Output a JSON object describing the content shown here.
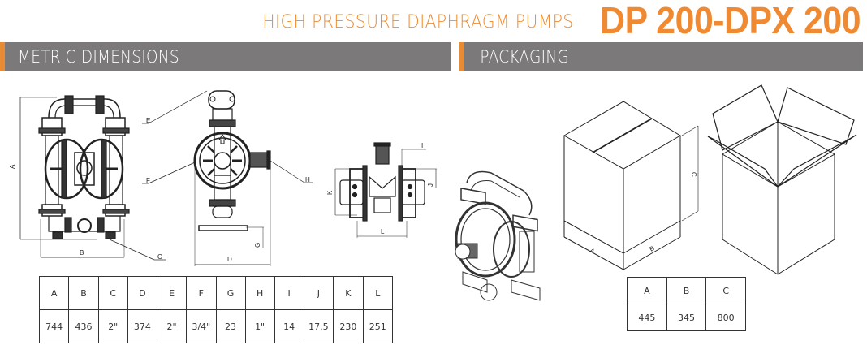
{
  "header": {
    "subtitle": "HIGH PRESSURE DIAPHRAGM PUMPS",
    "model": "DP 200-DPX 200",
    "accent_color": "#f08a32"
  },
  "sections": {
    "metric": {
      "label": "METRIC DIMENSIONS",
      "band_color": "#7b797a",
      "accent_color": "#e88b35"
    },
    "packaging": {
      "label": "PACKAGING",
      "band_color": "#7b797a",
      "accent_color": "#e88b35"
    }
  },
  "drawings": {
    "front_view": {
      "labels": {
        "A": "A",
        "B": "B",
        "C": "C"
      }
    },
    "side_view": {
      "labels": {
        "E": "E",
        "F": "F",
        "H": "H",
        "G": "G",
        "D": "D"
      }
    },
    "top_view": {
      "labels": {
        "I": "I",
        "J": "J",
        "K": "K",
        "L": "L"
      }
    },
    "closed_box": {
      "labels": {
        "A": "A",
        "B": "B",
        "C": "C"
      }
    }
  },
  "metric_table": {
    "headers": [
      "A",
      "B",
      "C",
      "D",
      "E",
      "F",
      "G",
      "H",
      "I",
      "J",
      "K",
      "L"
    ],
    "values": [
      "744",
      "436",
      "2\"",
      "374",
      "2\"",
      "3/4\"",
      "23",
      "1\"",
      "14",
      "17.5",
      "230",
      "251"
    ]
  },
  "packaging_table": {
    "headers": [
      "A",
      "B",
      "C"
    ],
    "values": [
      "445",
      "345",
      "800"
    ]
  }
}
